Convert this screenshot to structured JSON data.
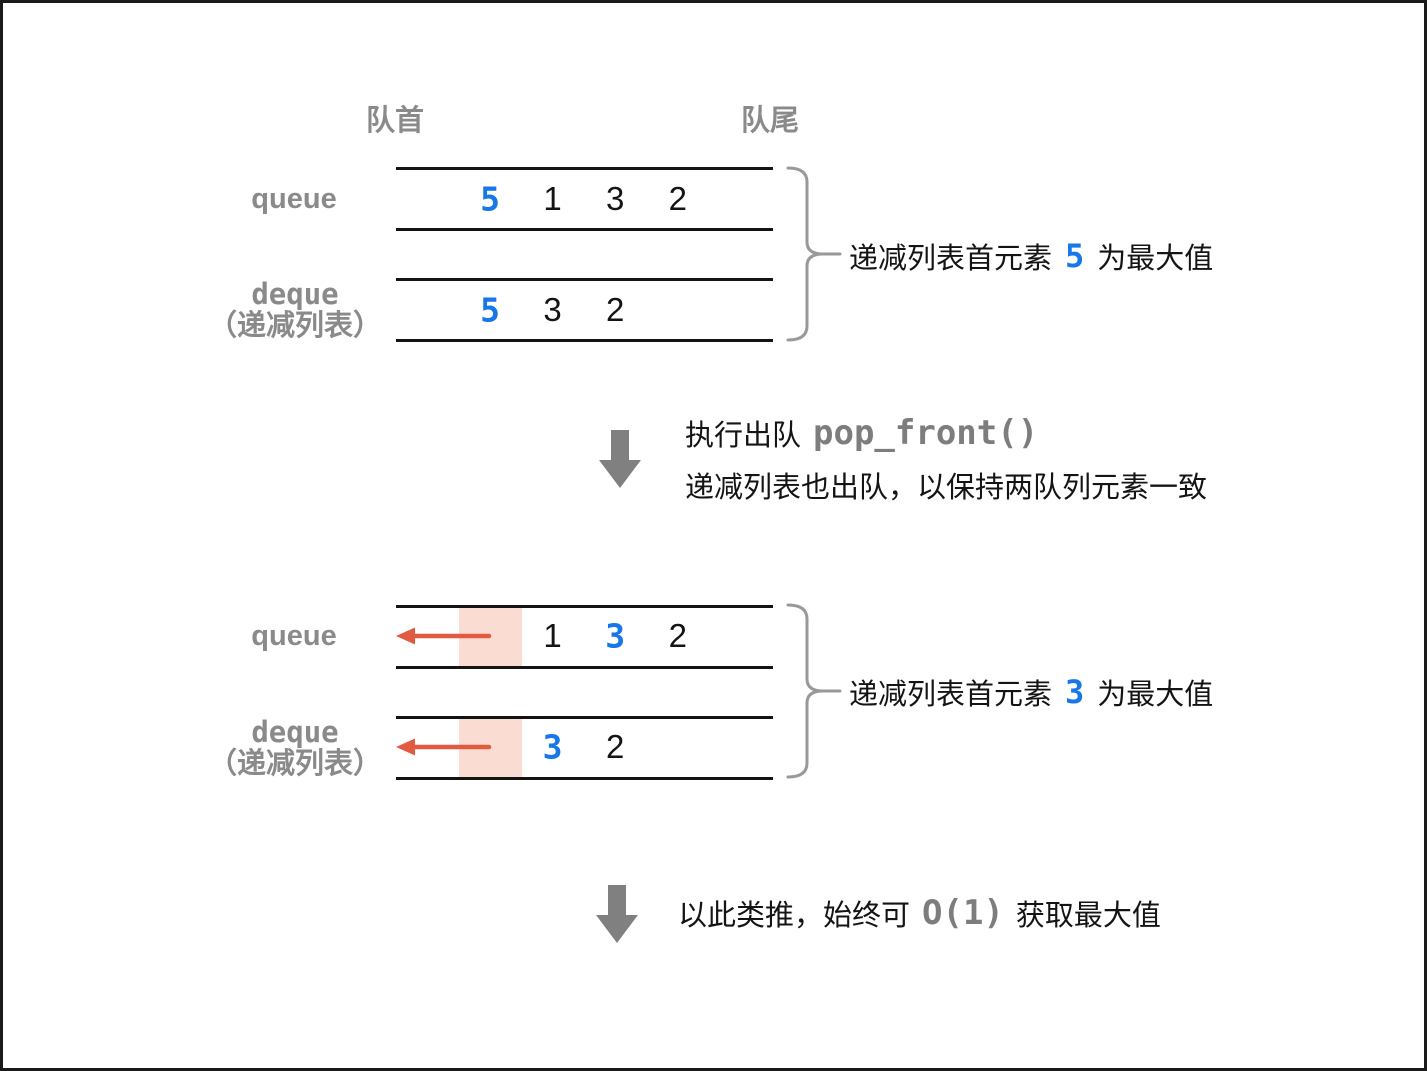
{
  "colors": {
    "accent_blue": "#1777e8",
    "arrow_red": "#e25a3f",
    "popped_pink": "#fadcd2",
    "label_gray": "#8a8a8a",
    "code_gray": "#7d7d7d",
    "shape_gray": "#808080",
    "brace_gray": "#999999",
    "line_black": "#141414"
  },
  "header": {
    "front_label": "队首",
    "rear_label": "队尾"
  },
  "diagrams": [
    {
      "queue_label": "queue",
      "deque_label": "deque",
      "deque_sublabel": "（递减列表）",
      "queue_row": {
        "cells": [
          {
            "value": "5",
            "emphasis": true
          },
          {
            "value": "1"
          },
          {
            "value": "3"
          },
          {
            "value": "2"
          }
        ]
      },
      "deque_row": {
        "cells": [
          {
            "value": "5",
            "emphasis": true
          },
          {
            "value": "3"
          },
          {
            "value": "2"
          }
        ]
      },
      "annotation": {
        "prefix": "递减列表首元素",
        "value": "5",
        "suffix": "为最大值"
      }
    },
    {
      "queue_label": "queue",
      "deque_label": "deque",
      "deque_sublabel": "（递减列表）",
      "queue_row": {
        "cells": [
          {
            "value": "",
            "popped": true
          },
          {
            "value": "1"
          },
          {
            "value": "3",
            "emphasis": true
          },
          {
            "value": "2"
          }
        ]
      },
      "deque_row": {
        "cells": [
          {
            "value": "",
            "popped": true
          },
          {
            "value": "3",
            "emphasis": true
          },
          {
            "value": "2"
          }
        ]
      },
      "annotation": {
        "prefix": "递减列表首元素",
        "value": "3",
        "suffix": "为最大值"
      }
    }
  ],
  "steps": [
    {
      "line1": {
        "text": "执行出队",
        "code": "pop_front()"
      },
      "line2": "递减列表也出队，以保持两队列元素一致"
    },
    {
      "line1": {
        "text": "以此类推，始终可",
        "code": "O(1)",
        "suffix": "获取最大值"
      }
    }
  ]
}
